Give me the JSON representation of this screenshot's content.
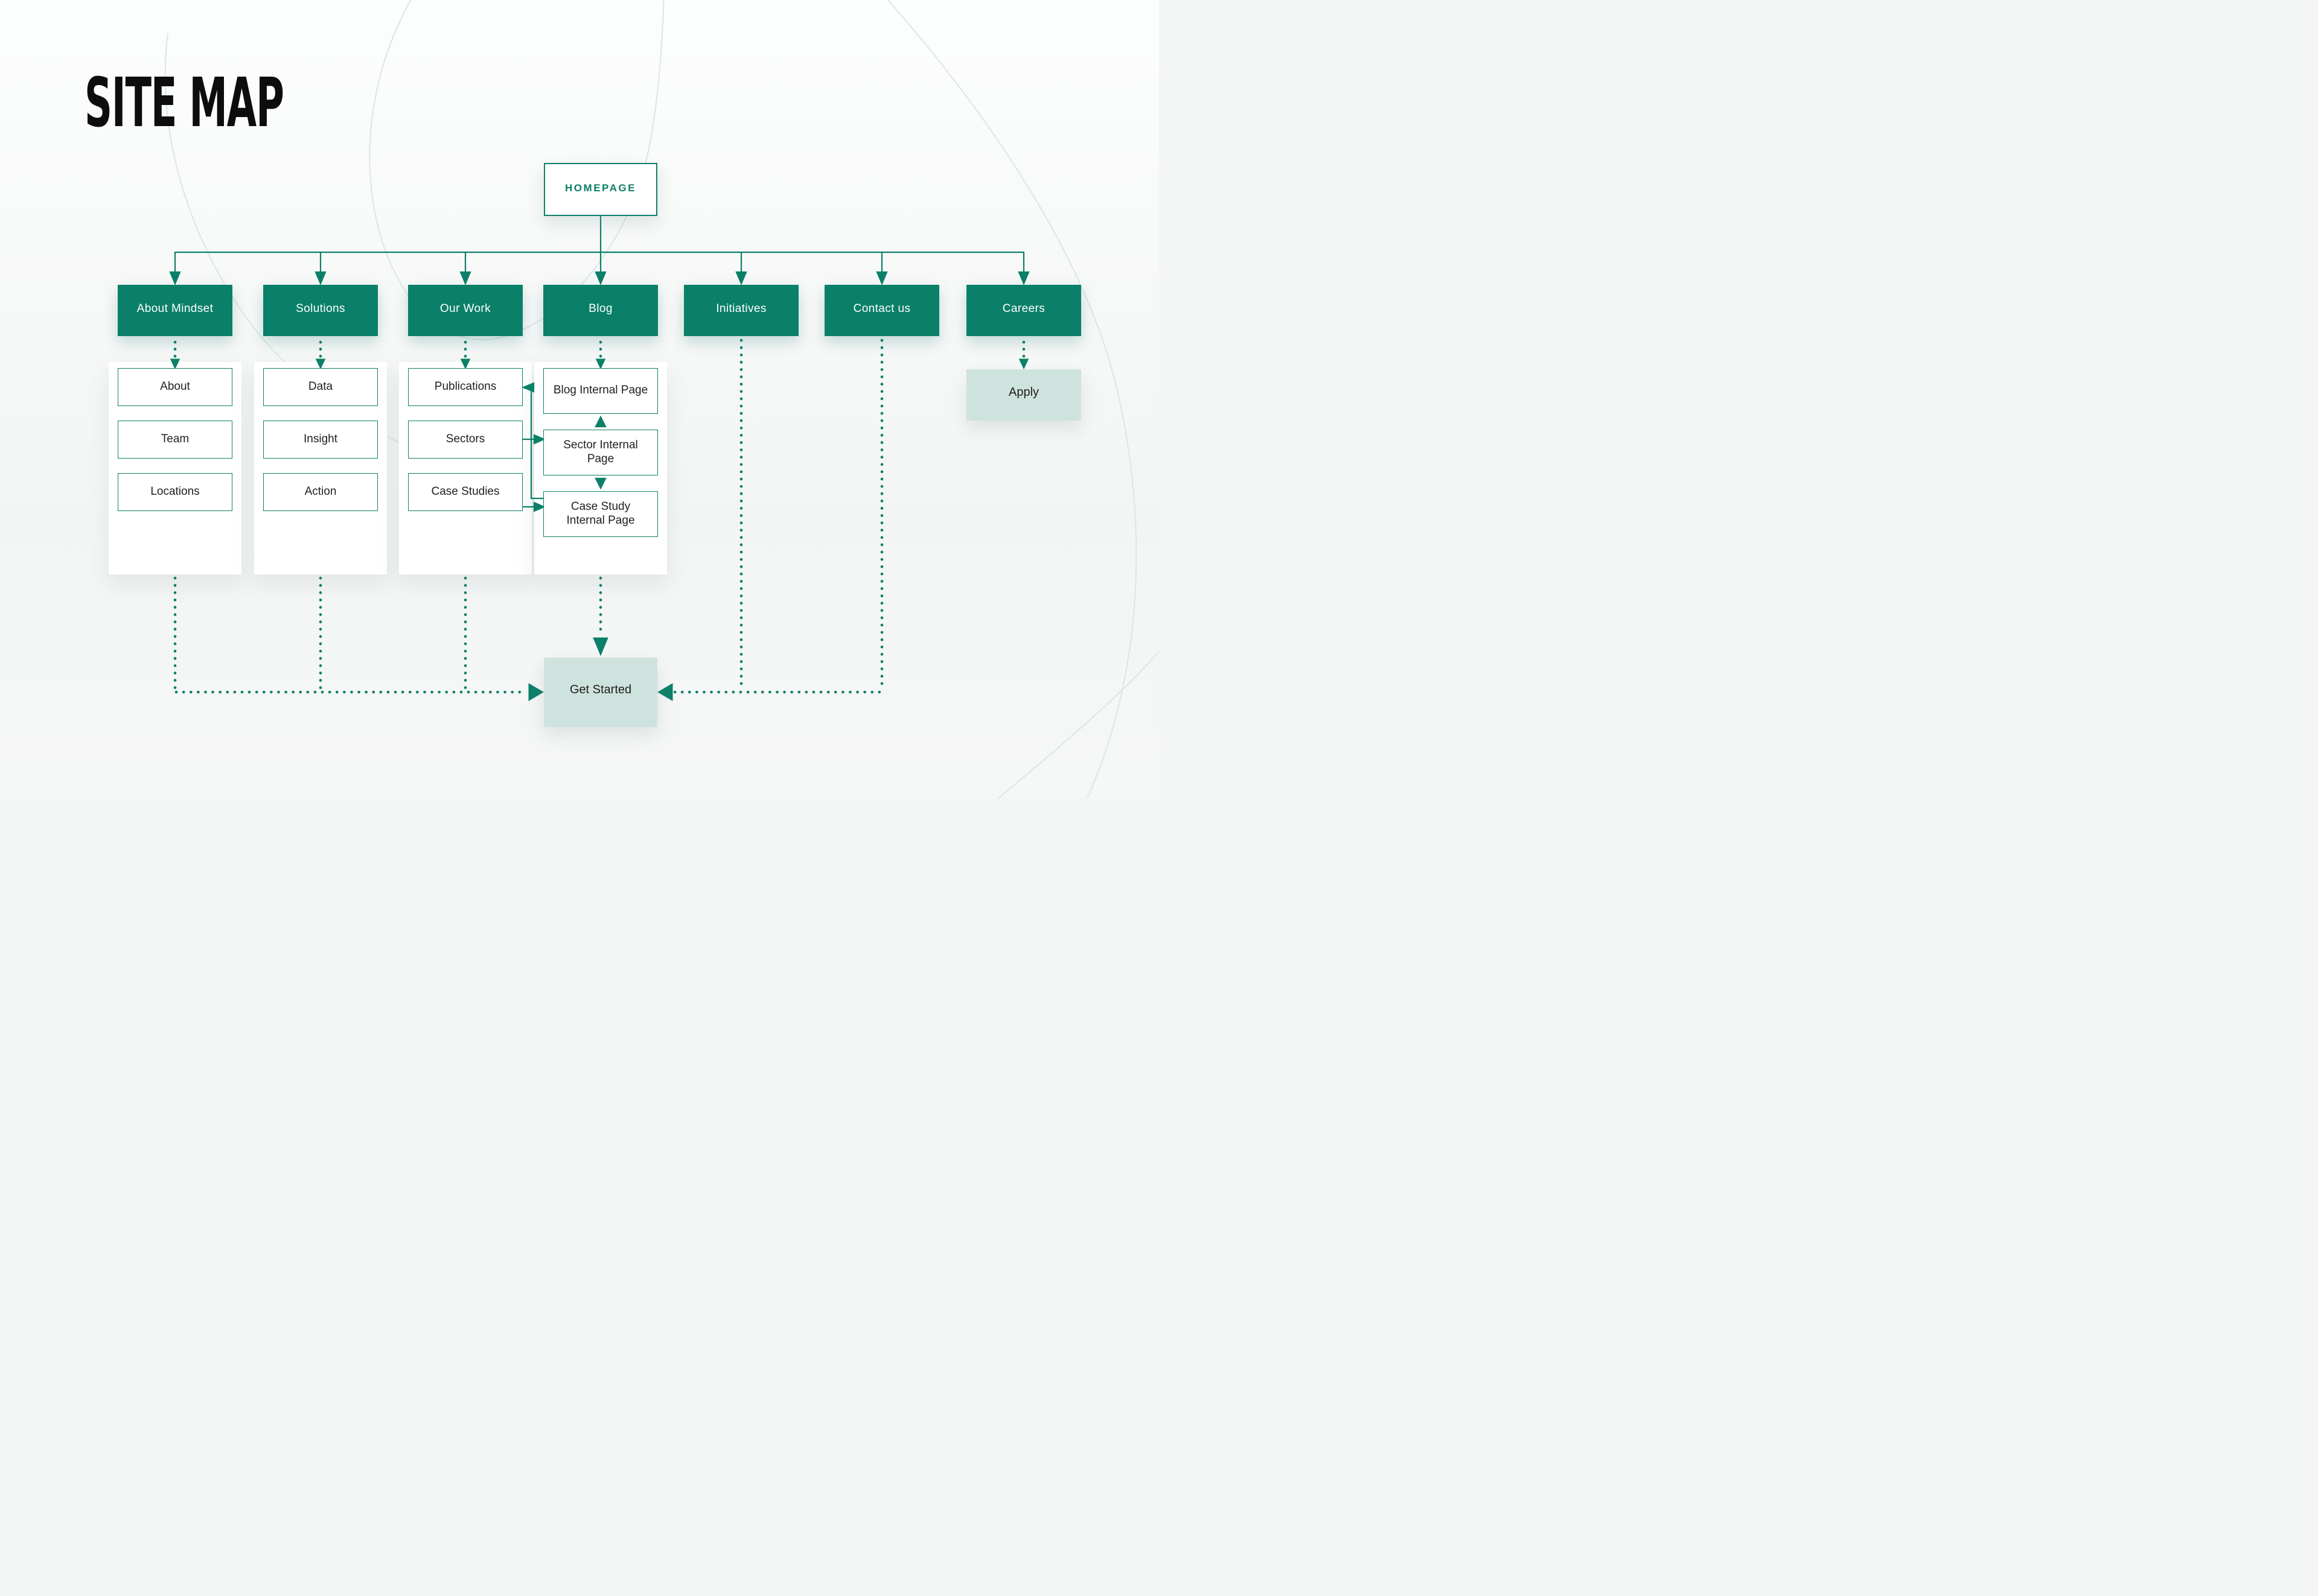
{
  "title": "SITE MAP",
  "homepage": {
    "label": "HOMEPAGE"
  },
  "columns": [
    {
      "label": "About Mindset",
      "children": [
        {
          "label": "About"
        },
        {
          "label": "Team"
        },
        {
          "label": "Locations"
        }
      ]
    },
    {
      "label": "Solutions",
      "children": [
        {
          "label": "Data"
        },
        {
          "label": "Insight"
        },
        {
          "label": "Action"
        }
      ]
    },
    {
      "label": "Our Work",
      "children": [
        {
          "label": "Publications"
        },
        {
          "label": "Sectors"
        },
        {
          "label": "Case Studies"
        }
      ]
    },
    {
      "label": "Blog",
      "children": [
        {
          "label": "Blog Internal Page"
        },
        {
          "label": "Sector Internal Page"
        },
        {
          "label": "Case Study Internal Page"
        }
      ]
    },
    {
      "label": "Initiatives",
      "children": []
    },
    {
      "label": "Contact us",
      "children": []
    },
    {
      "label": "Careers",
      "children": [
        {
          "label": "Apply"
        }
      ]
    }
  ],
  "get_started": {
    "label": "Get Started"
  },
  "colors": {
    "teal": "#0B8068",
    "teal_border": "#0E8166",
    "light_teal_fill": "#CFE3DE",
    "homepage_text": "#0B7E66",
    "background": "#F6F7F7",
    "decorative_curve": "#D9E8E4",
    "text_dark": "#1F1F1F",
    "title_black": "#0D0D0D"
  }
}
